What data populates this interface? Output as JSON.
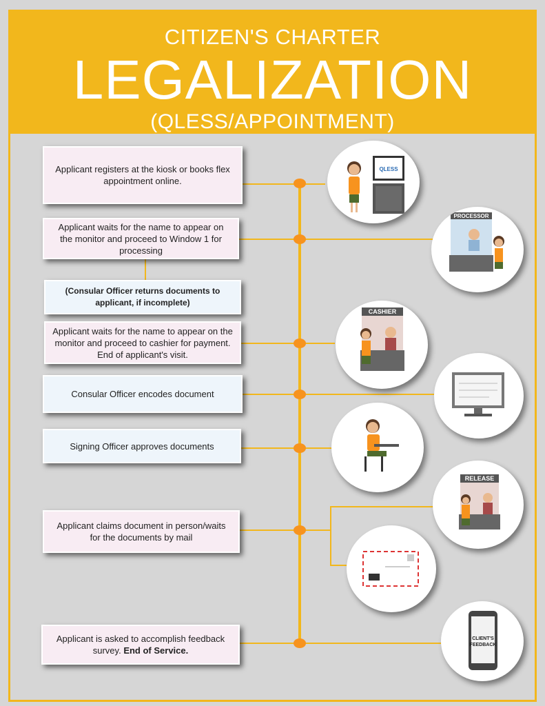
{
  "header": {
    "subtitle": "CITIZEN'S CHARTER",
    "title": "LEGALIZATION",
    "paren": "(QLESS/APPOINTMENT)"
  },
  "steps": [
    {
      "text": "Applicant registers at the kiosk or books flex appointment online."
    },
    {
      "text": "Applicant waits for the name to appear on the monitor and proceed to Window 1 for processing"
    },
    {
      "text": "(Consular Officer returns documents to applicant, if incomplete)"
    },
    {
      "text": "Applicant waits for the name to appear on the monitor and proceed to cashier for payment. End of applicant's visit."
    },
    {
      "text": "Consular Officer encodes document"
    },
    {
      "text": "Signing Officer approves documents"
    },
    {
      "text": "Applicant claims document in person/waits for the documents by mail"
    },
    {
      "text_a": "Applicant is asked to accomplish feedback survey. ",
      "text_b": "End of Service."
    }
  ],
  "illustrations": {
    "kiosk_logo": "QLESS",
    "processor_sign": "PROCESSOR",
    "cashier_sign": "CASHIER",
    "release_sign": "RELEASE",
    "feedback_line1": "CLIENT'S",
    "feedback_line2": "FEEDBACK"
  },
  "colors": {
    "accent": "#f2b71c",
    "dot": "#f7931e",
    "pink_box": "#f8ecf3",
    "blue_box": "#eef5fb"
  }
}
